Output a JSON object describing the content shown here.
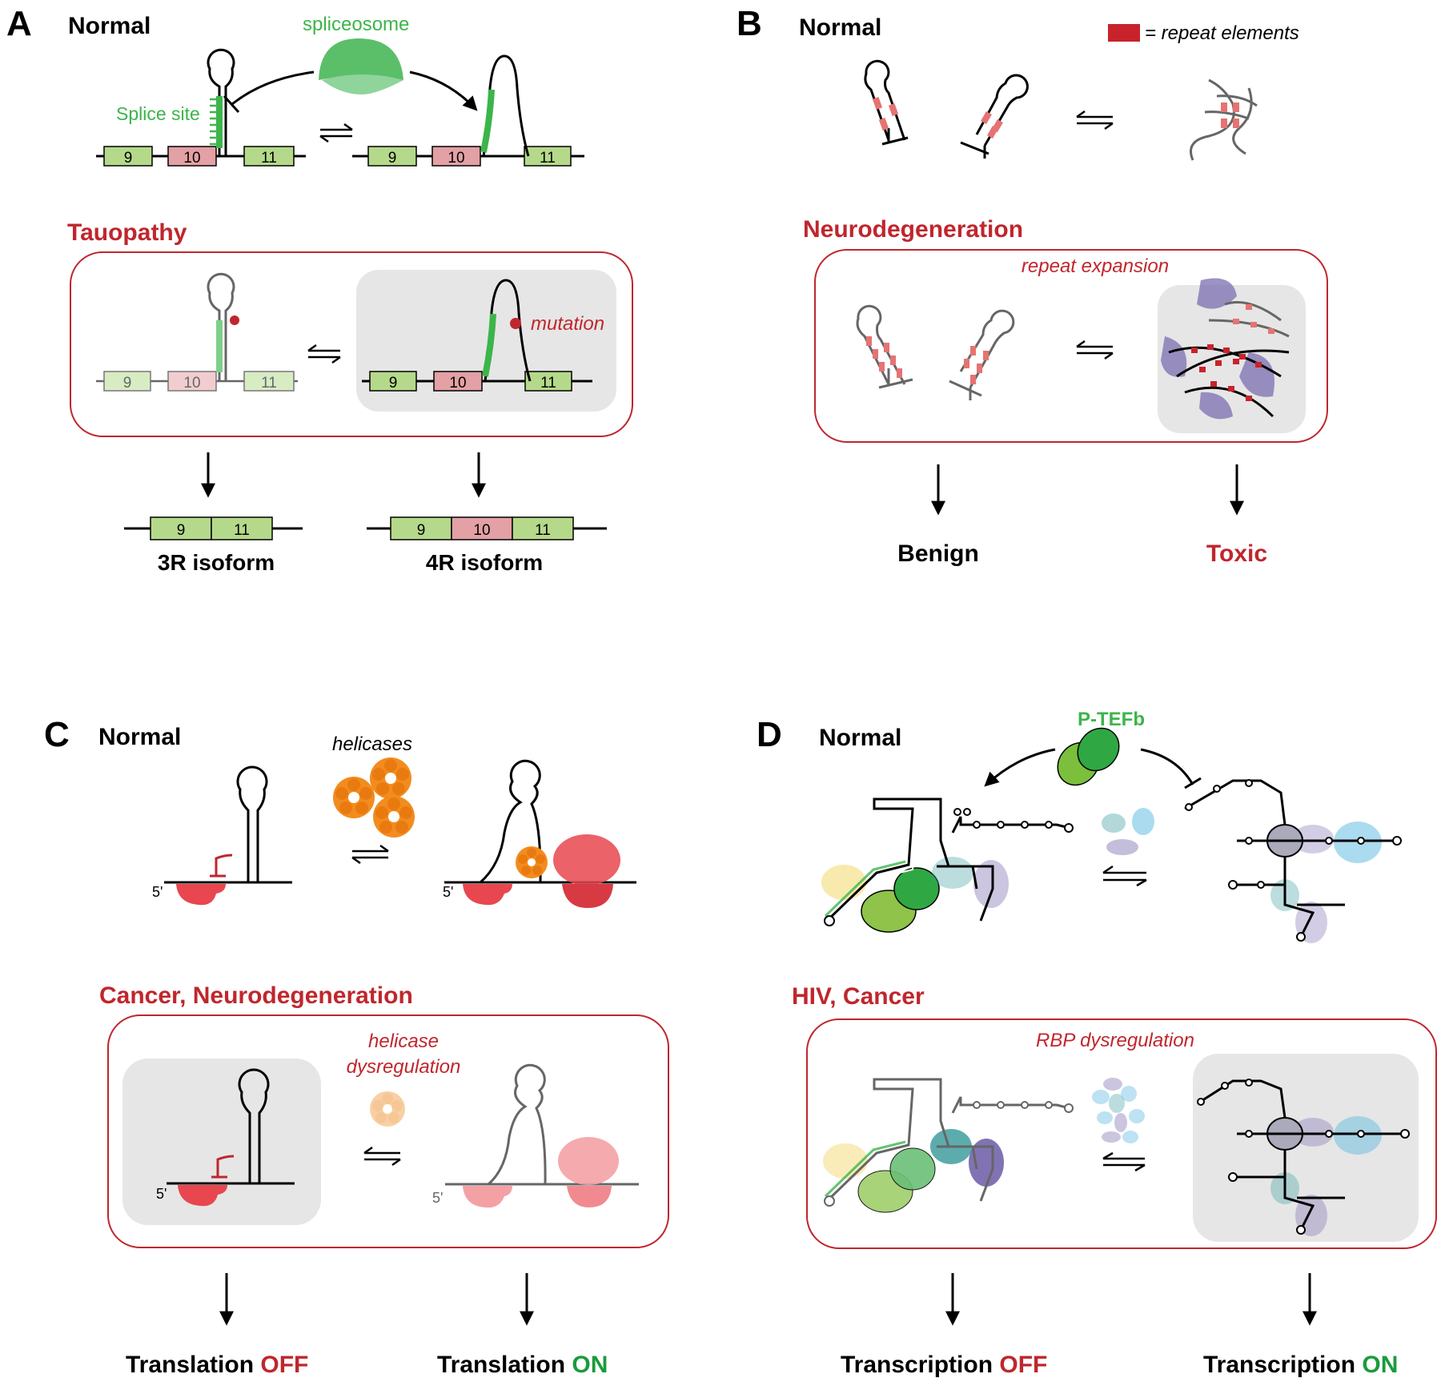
{
  "colors": {
    "green": "#3cb54a",
    "exon_green": "#b5d98a",
    "exon_red": "#e3a0a5",
    "disease_red": "#c0262d",
    "dark_green": "#1a9b3c",
    "ribosome_red": "#e8474f",
    "helicase_orange": "#f28c1e",
    "repeat_red": "#c8232c",
    "purple": "#6b5aa6",
    "teal": "#3f9ea0",
    "lightblue": "#58b7e0",
    "gray_box": "#e6e6e6"
  },
  "panel_a": {
    "letter": "A",
    "normal": "Normal",
    "spliceosome": "spliceosome",
    "splice_site": "Splice site",
    "disease": "Tauopathy",
    "mutation": "mutation",
    "exon_9": "9",
    "exon_10": "10",
    "exon_11": "11",
    "isoform_3r": "3R isoform",
    "isoform_4r": "4R isoform"
  },
  "panel_b": {
    "letter": "B",
    "normal": "Normal",
    "legend": "= repeat elements",
    "disease": "Neurodegeneration",
    "repeat_expansion": "repeat expansion",
    "benign": "Benign",
    "toxic": "Toxic"
  },
  "panel_c": {
    "letter": "C",
    "normal": "Normal",
    "helicases": "helicases",
    "five_prime": "5'",
    "disease": "Cancer, Neurodegeneration",
    "dysregulation_1": "helicase",
    "dysregulation_2": "dysregulation",
    "translation": "Translation",
    "off": "OFF",
    "on": "ON"
  },
  "panel_d": {
    "letter": "D",
    "normal": "Normal",
    "ptefb": "P-TEFb",
    "disease": "HIV, Cancer",
    "rbp": "RBP dysregulation",
    "transcription": "Transcription",
    "off": "OFF",
    "on": "ON"
  }
}
